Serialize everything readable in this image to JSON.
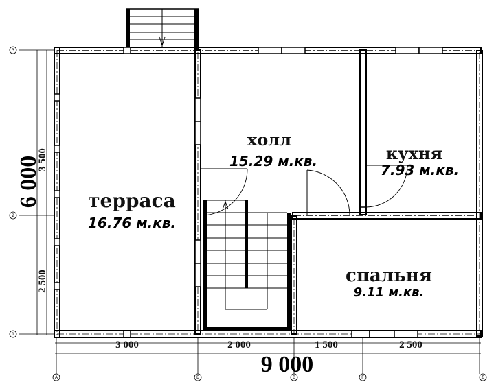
{
  "plan": {
    "rooms": [
      {
        "name": "терраса",
        "area": "16.76 м.кв."
      },
      {
        "name": "холл",
        "area": "15.29 м.кв."
      },
      {
        "name": "кухня",
        "area": "7.93 м.кв."
      },
      {
        "name": "спальня",
        "area": "9.11 м.кв."
      }
    ],
    "dimensions": {
      "overall_width": "9 000",
      "overall_height": "6 000",
      "horizontal": [
        "3 000",
        "2 000",
        "1 500",
        "2 500"
      ],
      "vertical": [
        "3 500",
        "2 500"
      ]
    },
    "grid_axes": {
      "horizontal": [
        "А",
        "Б",
        "В",
        "Г",
        "Д"
      ],
      "vertical": [
        "1",
        "2",
        "3"
      ]
    }
  }
}
